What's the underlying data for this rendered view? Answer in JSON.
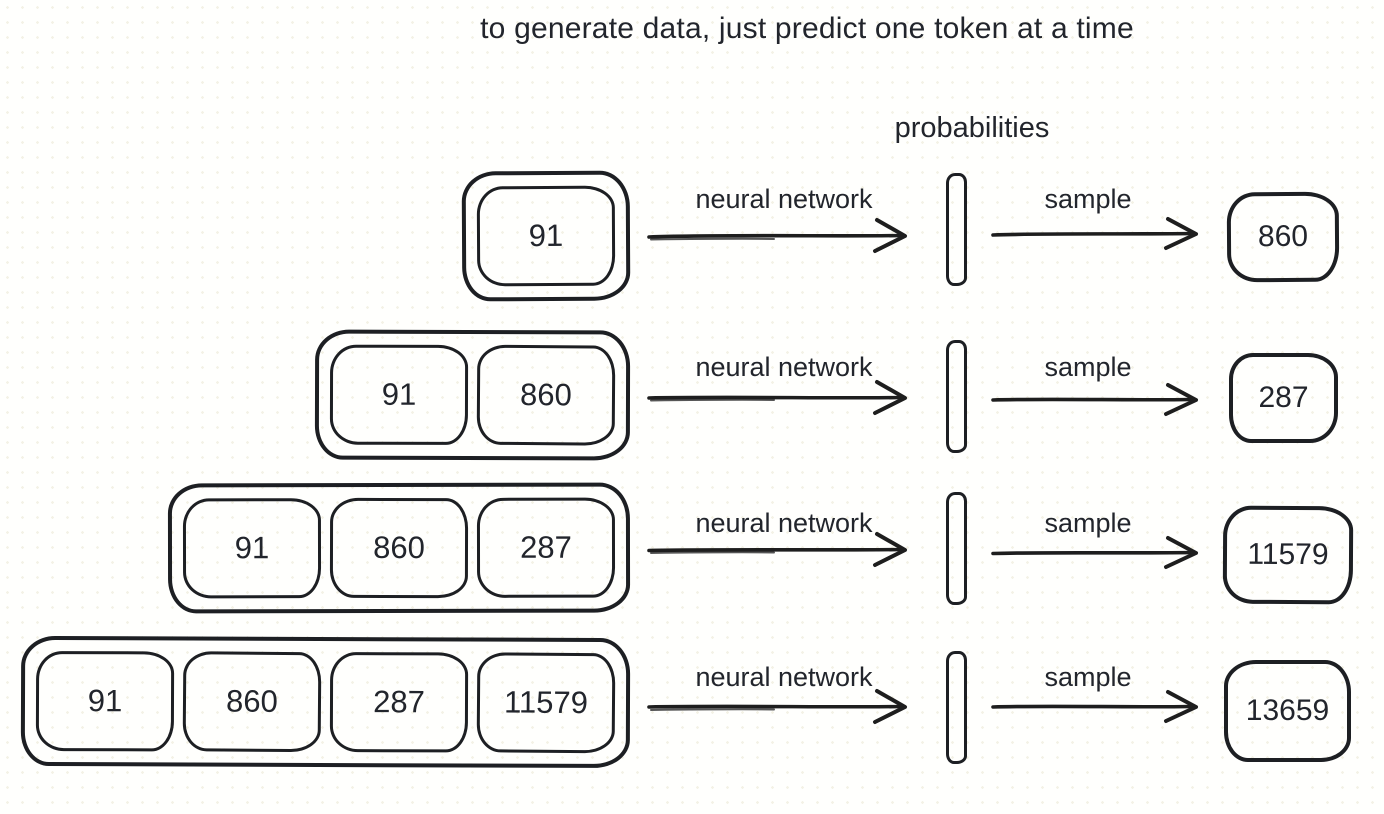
{
  "title": "to generate data, just predict one token at a time",
  "probabilities_label": "probabilities",
  "colors": {
    "ink": "#1d1f23",
    "background": "#fffffd"
  },
  "rows": [
    {
      "input_tokens": [
        "91"
      ],
      "nn_label": "neural network",
      "sample_label": "sample",
      "output_token": "860"
    },
    {
      "input_tokens": [
        "91",
        "860"
      ],
      "nn_label": "neural network",
      "sample_label": "sample",
      "output_token": "287"
    },
    {
      "input_tokens": [
        "91",
        "860",
        "287"
      ],
      "nn_label": "neural network",
      "sample_label": "sample",
      "output_token": "11579"
    },
    {
      "input_tokens": [
        "91",
        "860",
        "287",
        "11579"
      ],
      "nn_label": "neural network",
      "sample_label": "sample",
      "output_token": "13659"
    }
  ]
}
